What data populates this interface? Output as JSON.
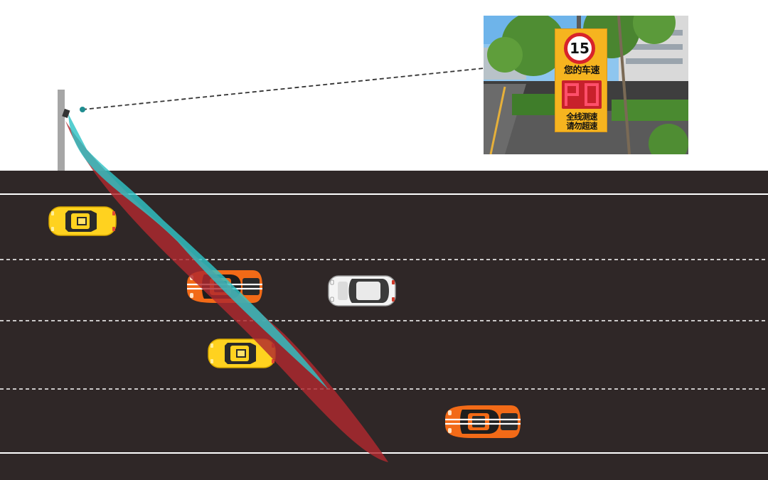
{
  "sign": {
    "speed_limit": "15",
    "line1": "您的车速",
    "line2": "全线测速",
    "line3": "请勿超速"
  },
  "colors": {
    "road": "#2f2727",
    "lane_line": "#ffffff",
    "pole": "#a6a6a6",
    "camera_beam": "#2fc3c6",
    "radar_beam": "#b0282e",
    "leader_line": "#333333",
    "sign_yellow": "#f6b41f",
    "sign_red": "#d8232a"
  },
  "icons": [
    "taxi-car-icon",
    "sports-car-icon",
    "white-suv-icon",
    "camera-icon"
  ],
  "vehicles": [
    {
      "kind": "taxi",
      "color": "#ffd21f"
    },
    {
      "kind": "sports-car",
      "color": "#f26a17"
    },
    {
      "kind": "suv",
      "color": "#ffffff"
    },
    {
      "kind": "taxi",
      "color": "#ffd21f"
    },
    {
      "kind": "sports-car",
      "color": "#f26a17"
    }
  ]
}
